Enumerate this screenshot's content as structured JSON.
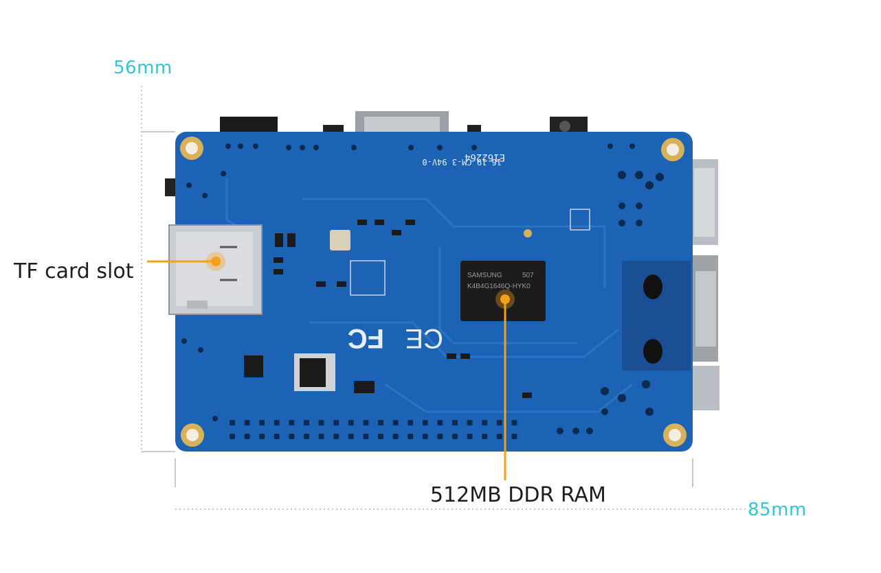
{
  "dimensions": {
    "height_label": "56mm",
    "width_label": "85mm"
  },
  "callouts": {
    "tf_card": "TF card slot",
    "ram": "512MB DDR RAM"
  },
  "board": {
    "ram_chip_brand": "SAMSUNG",
    "ram_chip_code": "507",
    "ram_chip_part": "K4B4G1646Q-HYK0",
    "silk_id": "E162264",
    "silk_line2": "16 19 CM-3 94V-0",
    "cert_mark": "FC",
    "ce_mark": "CE"
  },
  "colors": {
    "board_blue": "#1d63b5",
    "trace_blue": "#2a74c4",
    "callout_orange": "#f5a01a",
    "dimension_cyan": "#35c4d4",
    "gold_pad": "#d8b25a"
  }
}
